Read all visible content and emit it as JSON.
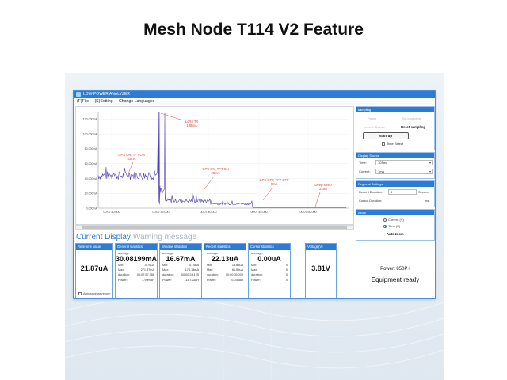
{
  "headline": "Mesh Node T114 V2 Feature",
  "window": {
    "title": "LOW-POWER ANALYZER",
    "menu": [
      "(F)File",
      "(S)Setting",
      "Change Languages"
    ]
  },
  "chart_data": {
    "type": "line",
    "y_ticks": [
      "120.000mA",
      "100.000mA",
      "80.000mA",
      "60.000mA",
      "40.000mA",
      "20.000mA",
      "0.000mA"
    ],
    "x_ticks": [
      "00:07:30.000",
      "00:07:35.000",
      "00:07:40.000",
      "00:07:45.000",
      "00:07:50.000"
    ],
    "ylim": [
      0,
      130
    ],
    "annotations": [
      {
        "label": "GPS ON, TFT ON",
        "value": "53mA"
      },
      {
        "label": "LoRa TX",
        "value": "138mA"
      },
      {
        "label": "GPS ON, TFT ON",
        "value": "20mA"
      },
      {
        "label": "GPS OFF, TFT OFF",
        "value": "9mA"
      },
      {
        "label": "Deep sleep",
        "value": "22uA"
      }
    ],
    "line_color": "#4d3fb8",
    "annotation_color": "#e0443a"
  },
  "display": {
    "current_label": "Current Display",
    "warning_label": "Warning message"
  },
  "stats": {
    "realtime": {
      "header": "Real-time value",
      "value": "21.87uA",
      "autosave": "Auto save waveform"
    },
    "sampling": {
      "header": "General statistics",
      "avg_label": "average:",
      "avg": "30.08199mA",
      "rows": [
        [
          "Min:",
          "-0.76uA"
        ],
        [
          "Max:",
          "271.47mA"
        ],
        [
          "duration:",
          "00:07:57.386"
        ],
        [
          "Power:",
          "3.99mAH"
        ]
      ]
    },
    "window": {
      "header": "Window statistics",
      "avg_label": "average:",
      "avg": "16.67mA",
      "rows": [
        [
          "Min:",
          "-0.76uA"
        ],
        [
          "Max:",
          "175.14mA"
        ],
        [
          "duration:",
          "00:00:24.125"
        ],
        [
          "Power:",
          "111.72uAH"
        ]
      ]
    },
    "recent": {
      "header": "Recent statistics",
      "avg_label": "average:",
      "avg": "22.13uA",
      "rows": [
        [
          "Min:",
          "13.88uA"
        ],
        [
          "Max:",
          "61.59uA"
        ],
        [
          "duration:",
          "00:00:05.000"
        ],
        [
          "Power:",
          "0.03uAH"
        ]
      ]
    },
    "cursor": {
      "header": "Cursor statistics",
      "avg_label": "average:",
      "avg": "0.00uA",
      "rows": [
        [
          "Min:",
          "0"
        ],
        [
          "Max:",
          "0"
        ],
        [
          "duration:",
          "0"
        ],
        [
          "Power:",
          "0"
        ]
      ]
    },
    "voltage": {
      "header": "Voltage(V)",
      "value": "3.81V"
    }
  },
  "side": {
    "sampling": {
      "header": "sampling",
      "pause": "Pause",
      "no_load": "No-load clear",
      "refresh": "refresh Device",
      "reset": "Reset sampling",
      "start": "start up",
      "timeselect": "Time Select"
    },
    "display_source": {
      "header": "Display Source",
      "time_label": "Time:",
      "time_value": "10Sec",
      "current_label": "Current:",
      "current_value": "1mA"
    },
    "regional": {
      "header": "Regional Settings",
      "recent_label": "Recent Duration:",
      "recent_value": "5",
      "recent_unit": "Second",
      "cursor_label": "Cursor Duration:",
      "cursor_unit": "ms"
    },
    "zoom": {
      "header": "zoom",
      "current_opt": "Current (Y)",
      "time_opt": "Time (X)",
      "auto_zoom": "Auto zoom"
    },
    "power": "Power: 850P+",
    "ready": "Equipment ready"
  }
}
